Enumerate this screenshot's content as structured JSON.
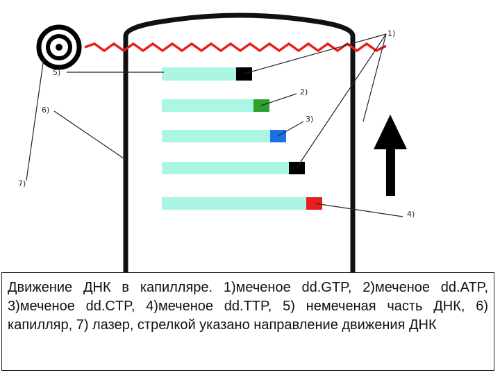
{
  "labels": {
    "l1": "1)",
    "l2": "2)",
    "l3": "3)",
    "l4": "4)",
    "l5": "5)",
    "l6": "6)",
    "l7": "7)"
  },
  "colors": {
    "dna": "#aaf5e3",
    "gtp": "#000000",
    "atp": "#2fa02f",
    "ctp": "#1e6fe8",
    "ttp": "#000000",
    "extra": "#e81e1e",
    "laser": "#e81e1e",
    "capillary": "#111111"
  },
  "caption": "Движение ДНК в капилляре. 1)меченое dd.GTP, 2)меченое dd.ATP, 3)меченое dd.CTP, 4)меченое dd.TTP, 5) немеченая часть ДНК, 6) капилляр, 7) лазер, стрелкой указано направление движения ДНК"
}
